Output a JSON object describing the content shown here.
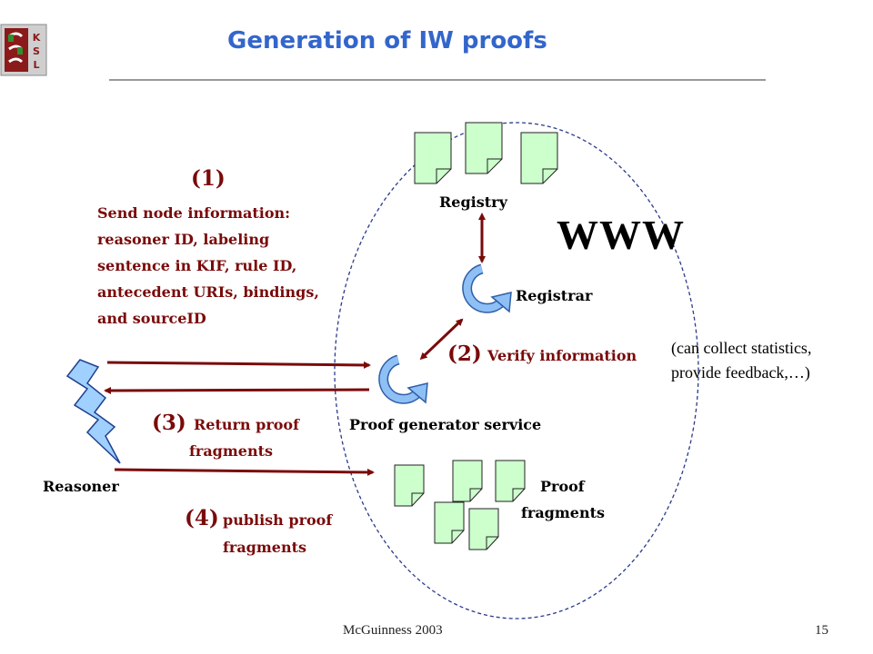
{
  "title": "Generation of IW proofs",
  "logo_letters": [
    "K",
    "S",
    "L"
  ],
  "labels": {
    "registry": "Registry",
    "registrar": "Registrar",
    "www": "WWW",
    "proof_generator": "Proof generator service",
    "reasoner": "Reasoner",
    "proof_fragments": [
      "Proof",
      "fragments"
    ]
  },
  "steps": {
    "s1_num": "(1)",
    "s1_text": "Send node information: reasoner ID, labeling sentence in KIF, rule ID, antecedent URIs, bindings, and sourceID",
    "s2_num": "(2)",
    "s2_text": "Verify information",
    "s3_num": "(3)",
    "s3_text": [
      "Return proof",
      "fragments"
    ],
    "s4_num": "(4)",
    "s4_text": [
      "publish proof",
      "fragments"
    ]
  },
  "note": "(can collect statistics, provide feedback,…)",
  "footer": {
    "author": "McGuinness 2003",
    "page": "15"
  },
  "colors": {
    "title": "#3366cc",
    "arrow": "#7a0a0a",
    "doc_fill": "#ccffcc",
    "cycle": "#7fb2f0"
  }
}
